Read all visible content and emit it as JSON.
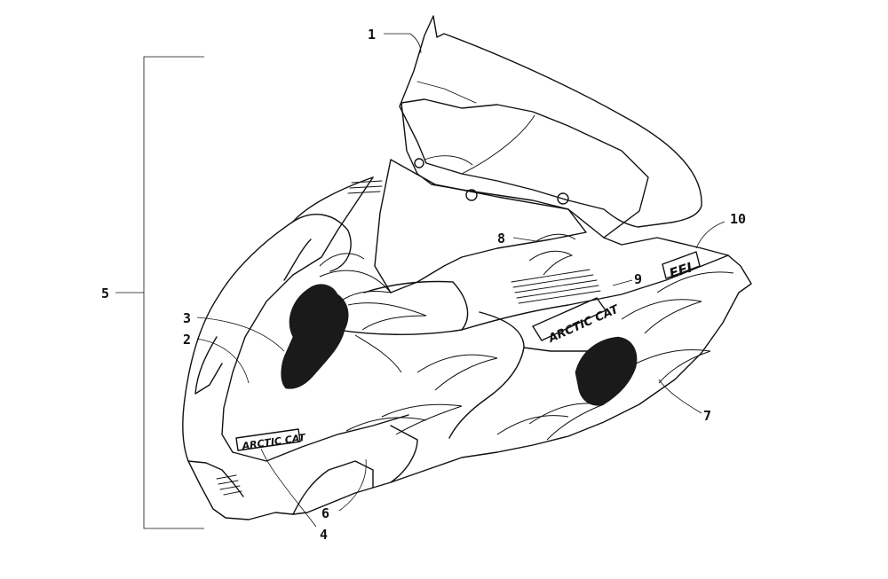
{
  "callouts": [
    {
      "key": "c1",
      "label": "1"
    },
    {
      "key": "c2",
      "label": "2"
    },
    {
      "key": "c3",
      "label": "3"
    },
    {
      "key": "c4",
      "label": "4"
    },
    {
      "key": "c5",
      "label": "5"
    },
    {
      "key": "c6",
      "label": "6"
    },
    {
      "key": "c7",
      "label": "7"
    },
    {
      "key": "c8",
      "label": "8"
    },
    {
      "key": "c9",
      "label": "9"
    },
    {
      "key": "c10",
      "label": "10"
    }
  ],
  "decals": {
    "brand_side": "ARCTIC CAT",
    "brand_front": "ARCTIC CAT",
    "efi": "EFI"
  }
}
